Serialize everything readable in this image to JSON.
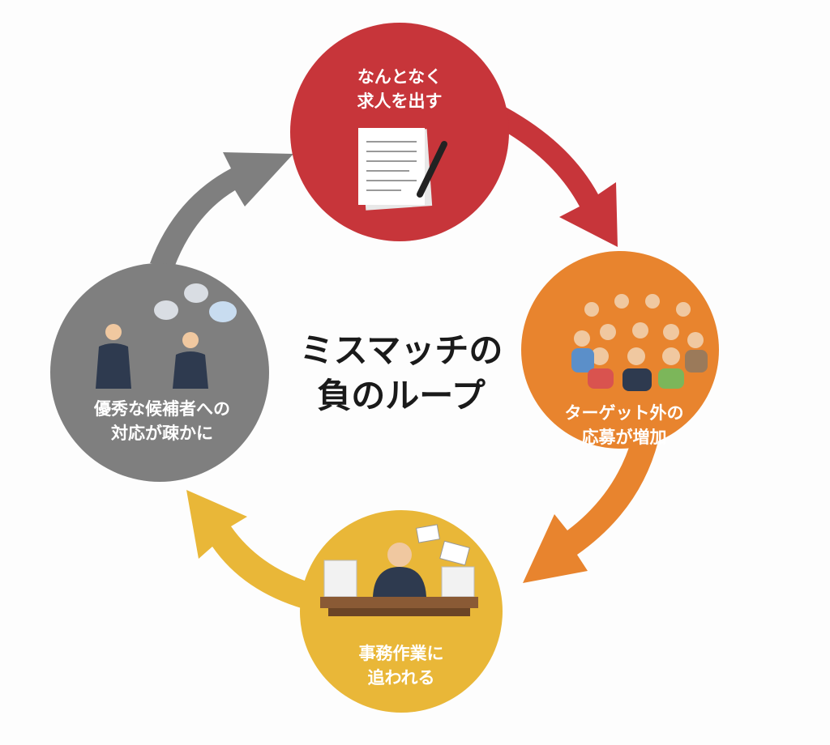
{
  "title": {
    "line1": "ミスマッチの",
    "line2": "負のループ"
  },
  "steps": [
    {
      "line1": "なんとなく",
      "line2": "求人を出す",
      "color": "#c7353a",
      "icon": "document-pen-icon"
    },
    {
      "line1": "ターゲット外の",
      "line2": "応募が増加",
      "color": "#e8842e",
      "icon": "crowd-icon"
    },
    {
      "line1": "事務作業に",
      "line2": "追われる",
      "color": "#e9b738",
      "icon": "stressed-worker-icon"
    },
    {
      "line1": "優秀な候補者への",
      "line2": "対応が疎かに",
      "color": "#7f7f7f",
      "icon": "conversation-icon"
    }
  ]
}
